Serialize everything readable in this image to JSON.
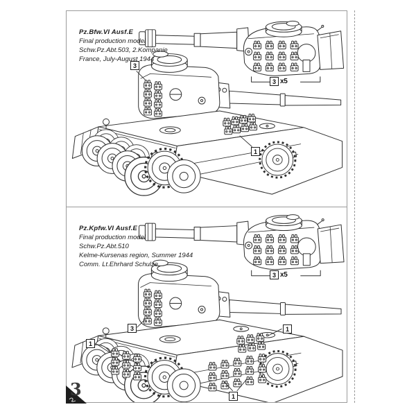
{
  "page": {
    "page_number": "3",
    "background_color": "#ffffff",
    "panel_border_color": "#9b9b9b",
    "art_line_color": "#2e2e2e",
    "corner_triangle_color": "#1e1e1e"
  },
  "panels": [
    {
      "title": "Pz.Bfw.VI Ausf.E",
      "subtitle_lines": [
        "Final production model",
        "Schw.Pz.Abt.503, 2.Kompanie",
        "France, July-August 1944"
      ],
      "detail_callout": {
        "part_number": "3",
        "quantity": "x5"
      },
      "callouts": [
        "3",
        "1"
      ]
    },
    {
      "title": "Pz.Kpfw.VI Ausf.E",
      "subtitle_lines": [
        "Final production model",
        "Schw.Pz.Abt.510",
        "Kelme-Kursenas region, Summer 1944",
        "Comm. Lt.Ehrhard Schulze"
      ],
      "detail_callout": {
        "part_number": "3",
        "quantity": "x5"
      },
      "callouts": [
        "3",
        "1",
        "1",
        "1"
      ]
    }
  ]
}
